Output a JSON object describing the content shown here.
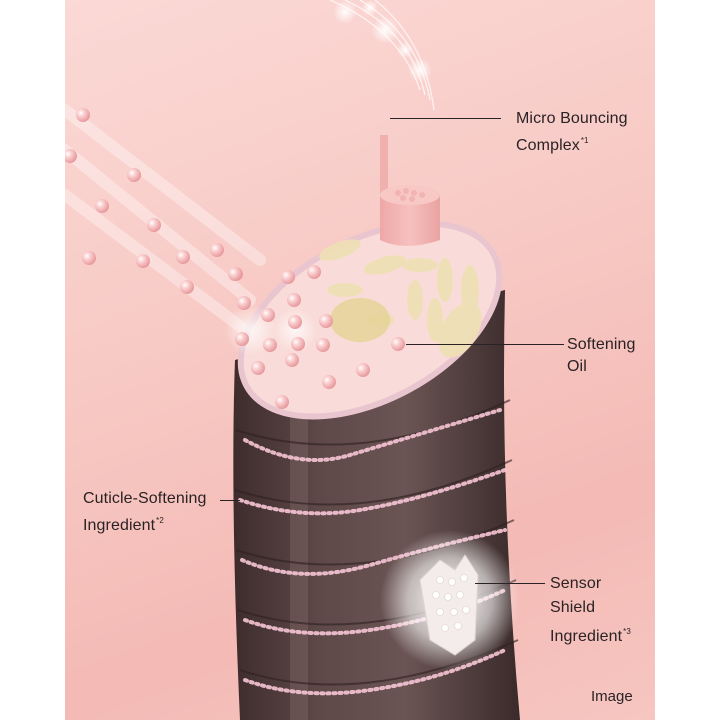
{
  "figure": {
    "subject": "hair-strand-cross-section",
    "background_color": "#f7c8c3",
    "strand_color": "#5a4646",
    "particle_color": "#f5b8b8",
    "callouts": [
      {
        "id": "micro-bouncing-complex",
        "line1": "Micro Bouncing",
        "line2": "Complex",
        "line3": "",
        "footnote": "*1"
      },
      {
        "id": "softening-oil",
        "line1": "Softening",
        "line2": "Oil",
        "line3": "",
        "footnote": ""
      },
      {
        "id": "cuticle-softening-ingredient",
        "line1": "Cuticle-Softening",
        "line2": "Ingredient",
        "line3": "",
        "footnote": "*2"
      },
      {
        "id": "sensor-shield-ingredient",
        "line1": "Sensor",
        "line2": "Shield",
        "line3": "Ingredient",
        "footnote": "*3"
      }
    ],
    "caption": "Image"
  }
}
